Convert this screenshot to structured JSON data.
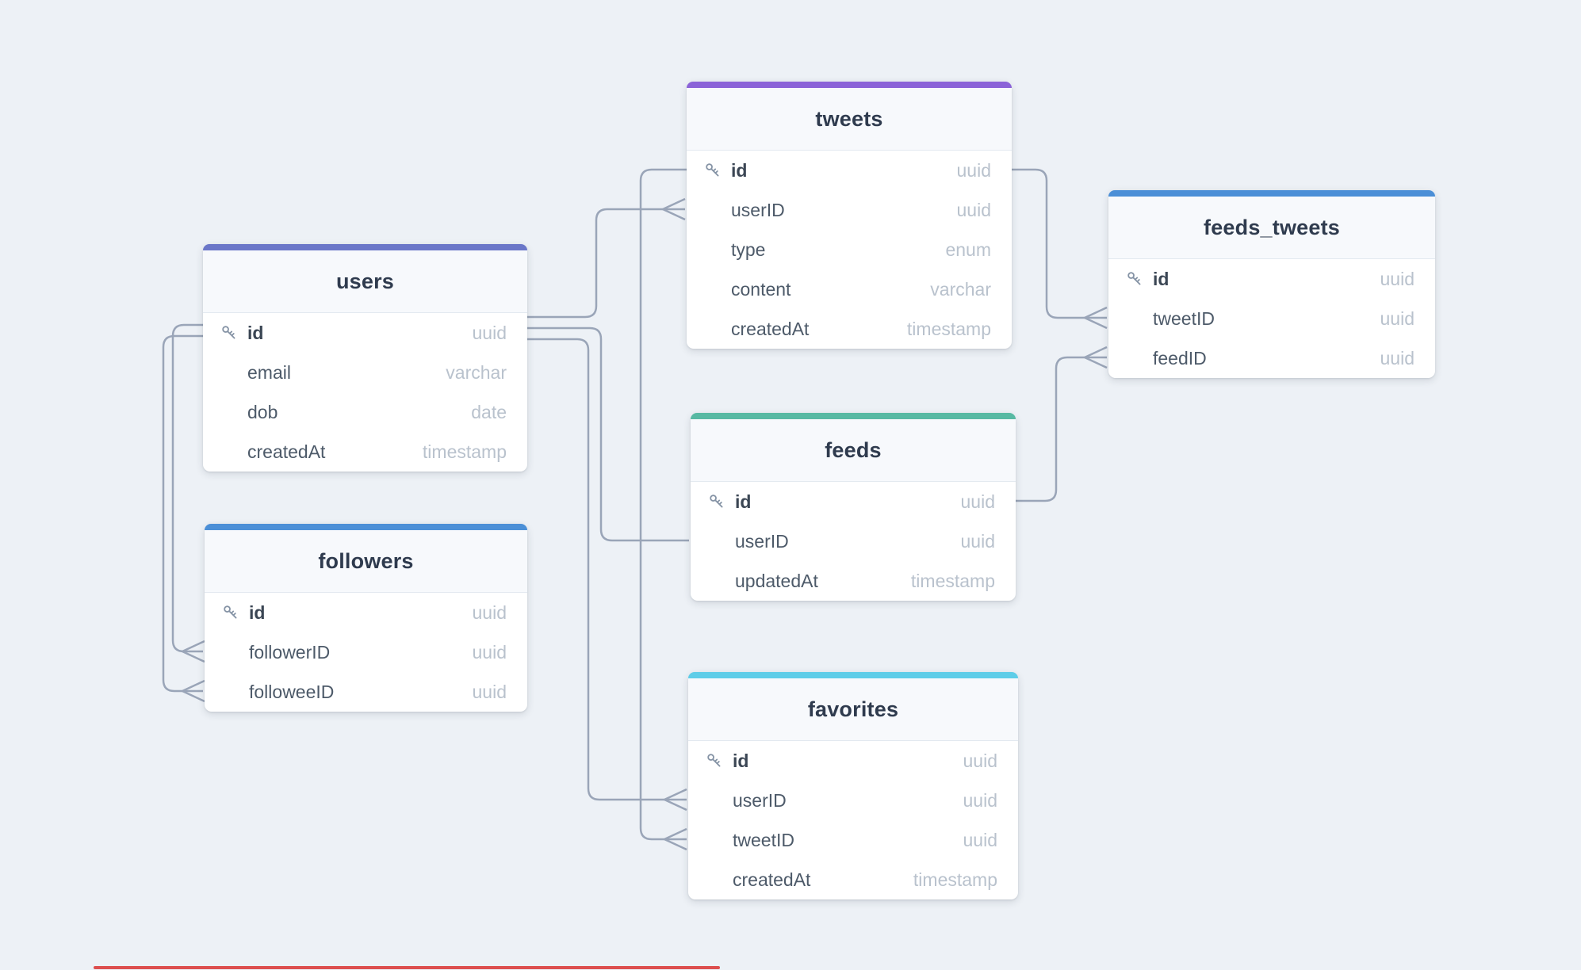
{
  "canvas": {
    "background": "#edf1f6",
    "wire_color": "#9aa5b8",
    "bottom_bar_color": "#dd4f4f"
  },
  "tables": [
    {
      "title": "users",
      "accent": "#6a76c8",
      "rows": [
        {
          "name": "id",
          "type": "uuid",
          "key": true
        },
        {
          "name": "email",
          "type": "varchar"
        },
        {
          "name": "dob",
          "type": "date"
        },
        {
          "name": "createdAt",
          "type": "timestamp"
        }
      ]
    },
    {
      "title": "followers",
      "accent": "#4b8fd7",
      "rows": [
        {
          "name": "id",
          "type": "uuid",
          "key": true
        },
        {
          "name": "followerID",
          "type": "uuid"
        },
        {
          "name": "followeeID",
          "type": "uuid"
        }
      ]
    },
    {
      "title": "tweets",
      "accent": "#8b63d8",
      "rows": [
        {
          "name": "id",
          "type": "uuid",
          "key": true
        },
        {
          "name": "userID",
          "type": "uuid"
        },
        {
          "name": "type",
          "type": "enum"
        },
        {
          "name": "content",
          "type": "varchar"
        },
        {
          "name": "createdAt",
          "type": "timestamp"
        }
      ]
    },
    {
      "title": "feeds",
      "accent": "#57b9a3",
      "rows": [
        {
          "name": "id",
          "type": "uuid",
          "key": true
        },
        {
          "name": "userID",
          "type": "uuid"
        },
        {
          "name": "updatedAt",
          "type": "timestamp"
        }
      ]
    },
    {
      "title": "favorites",
      "accent": "#5ecde8",
      "rows": [
        {
          "name": "id",
          "type": "uuid",
          "key": true
        },
        {
          "name": "userID",
          "type": "uuid"
        },
        {
          "name": "tweetID",
          "type": "uuid"
        },
        {
          "name": "createdAt",
          "type": "timestamp"
        }
      ]
    },
    {
      "title": "feeds_tweets",
      "accent": "#4b8fd7",
      "rows": [
        {
          "name": "id",
          "type": "uuid",
          "key": true
        },
        {
          "name": "tweetID",
          "type": "uuid"
        },
        {
          "name": "feedID",
          "type": "uuid"
        }
      ]
    }
  ],
  "relationships": [
    {
      "from": "users.id",
      "to": "followers.followerID",
      "many_side": "followers.followerID"
    },
    {
      "from": "users.id",
      "to": "followers.followeeID",
      "many_side": "followers.followeeID"
    },
    {
      "from": "users.id",
      "to": "tweets.userID",
      "many_side": "tweets.userID"
    },
    {
      "from": "users.id",
      "to": "feeds.userID",
      "many_side": "none-shown"
    },
    {
      "from": "users.id",
      "to": "favorites.userID",
      "many_side": "favorites.userID"
    },
    {
      "from": "tweets.id",
      "to": "favorites.tweetID",
      "many_side": "favorites.tweetID"
    },
    {
      "from": "tweets.id",
      "to": "feeds_tweets.tweetID",
      "many_side": "feeds_tweets.tweetID"
    },
    {
      "from": "feeds.id",
      "to": "feeds_tweets.feedID",
      "many_side": "feeds_tweets.feedID"
    }
  ]
}
